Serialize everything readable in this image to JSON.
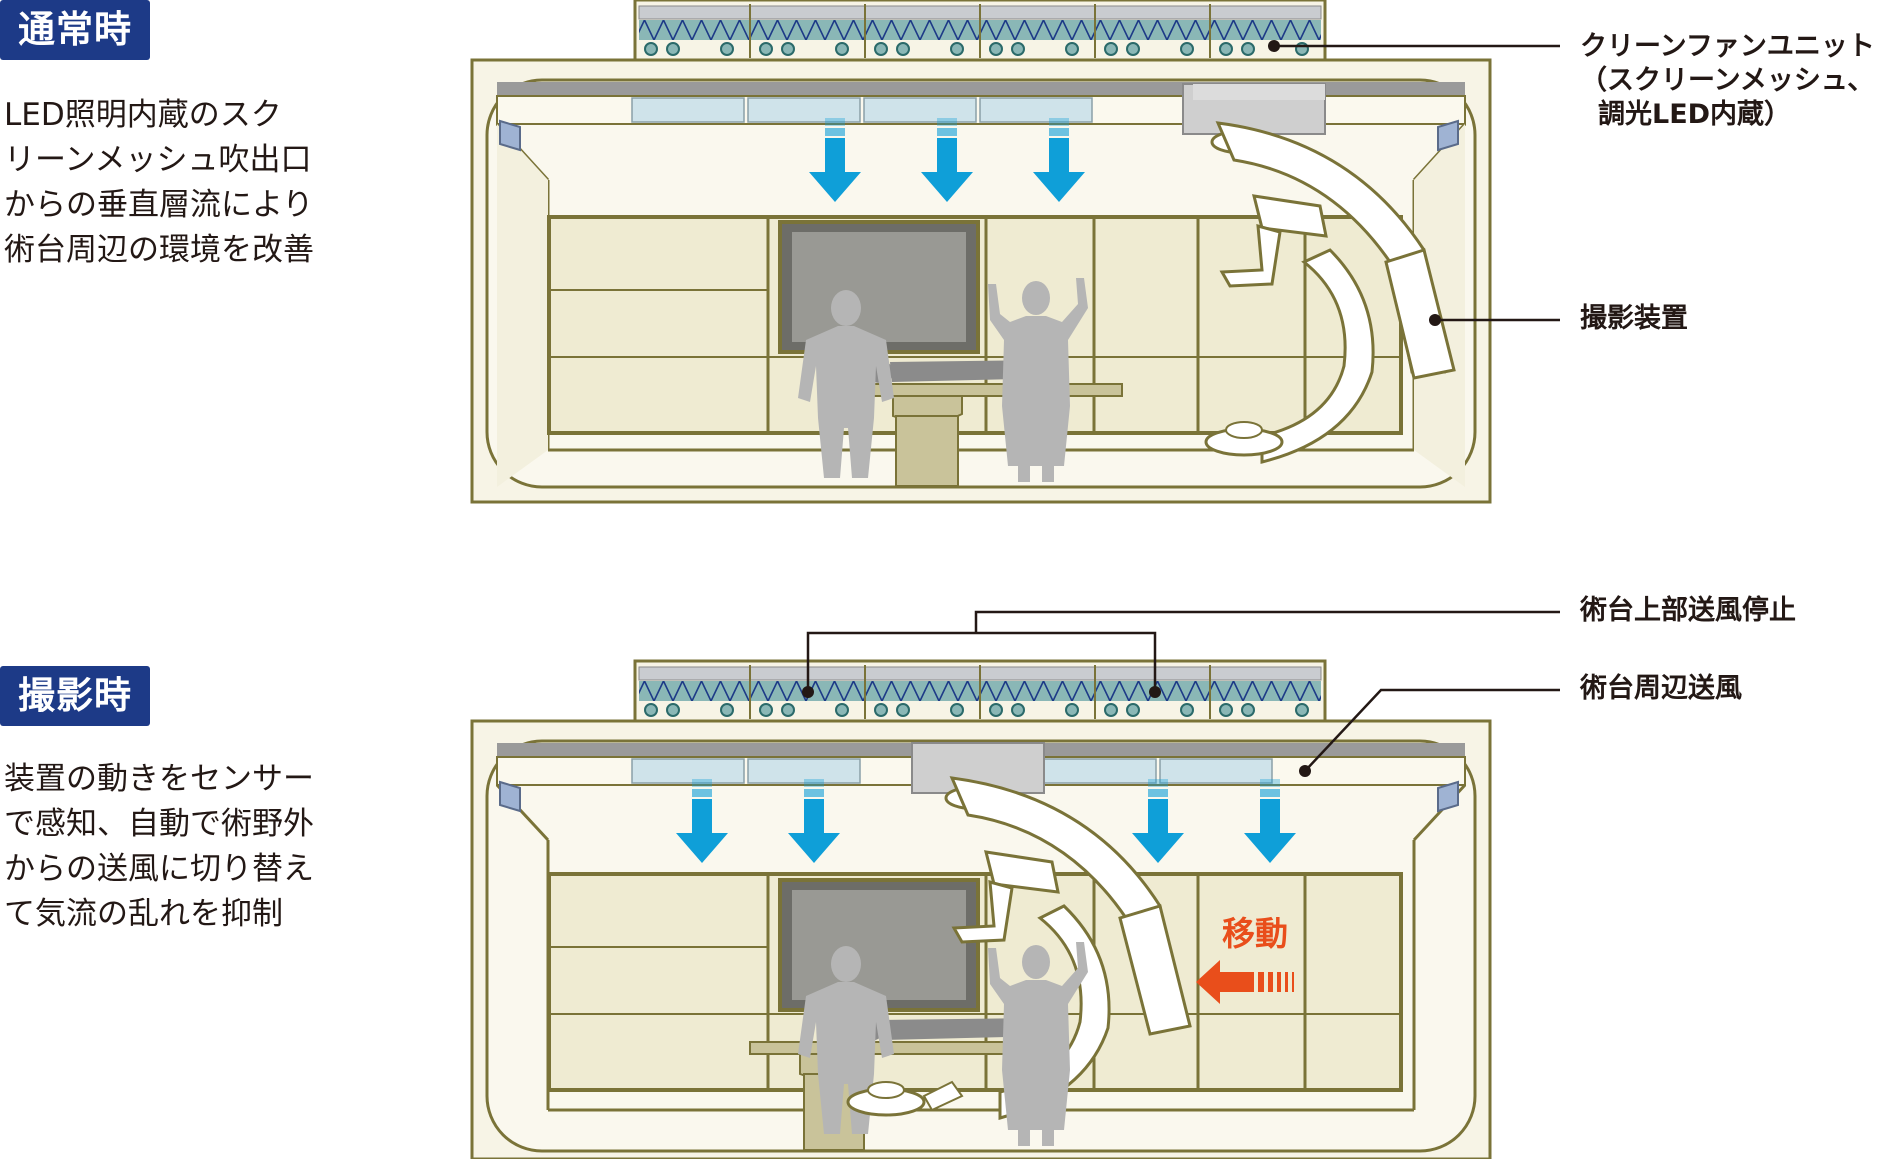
{
  "sections": [
    {
      "title": "通常時",
      "description_lines": [
        "LED照明内蔵のスク",
        "リーンメッシュ吹出口",
        "からの垂直層流により",
        "術台周辺の環境を改善"
      ]
    },
    {
      "title": "撮影時",
      "description_lines": [
        "装置の動きをセンサー",
        "で感知、自動で術野外",
        "からの送風に切り替え",
        "て気流の乱れを抑制"
      ]
    }
  ],
  "callouts": {
    "clean_fan_unit": [
      "クリーンファンユニット",
      "（スクリーンメッシュ、",
      "調光LED内蔵）"
    ],
    "imaging_device": "撮影装置",
    "airflow_stop": "術台上部送風停止",
    "peripheral_airflow": "術台周辺送風"
  },
  "movement_label": "移動",
  "colors": {
    "badge": "#1d3a87",
    "arrow": "#0f9fd8",
    "move_arrow": "#e94e1b",
    "room_fill": "#f7f4e6",
    "room_outline": "#7a7338",
    "person": "#b5b5b5"
  }
}
